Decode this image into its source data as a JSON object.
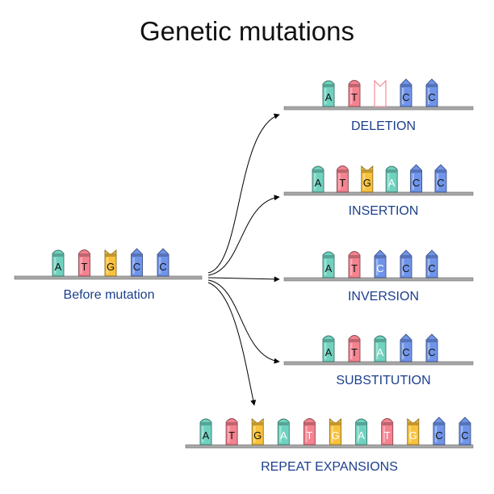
{
  "title": "Genetic mutations",
  "colors": {
    "A": "#6fd2bf",
    "T": "#f4828f",
    "G": "#f9c23c",
    "C": "#6f94ea",
    "backbone": "#a8a8a8",
    "label": "#1c3f8c",
    "arrow": "#000000"
  },
  "panels": [
    {
      "id": "before",
      "label": "Before mutation",
      "bases": [
        {
          "letter": "A",
          "type": "A"
        },
        {
          "letter": "T",
          "type": "T"
        },
        {
          "letter": "G",
          "type": "G"
        },
        {
          "letter": "C",
          "type": "C"
        },
        {
          "letter": "C",
          "type": "C"
        }
      ]
    },
    {
      "id": "deletion",
      "label": "DELETION",
      "bases": [
        {
          "letter": "A",
          "type": "A"
        },
        {
          "letter": "T",
          "type": "T"
        },
        {
          "letter": "",
          "type": "empty"
        },
        {
          "letter": "C",
          "type": "C"
        },
        {
          "letter": "C",
          "type": "C"
        }
      ]
    },
    {
      "id": "insertion",
      "label": "INSERTION",
      "bases": [
        {
          "letter": "A",
          "type": "A"
        },
        {
          "letter": "T",
          "type": "T"
        },
        {
          "letter": "G",
          "type": "G"
        },
        {
          "letter": "A",
          "type": "A",
          "mutated": true
        },
        {
          "letter": "C",
          "type": "C"
        },
        {
          "letter": "C",
          "type": "C"
        }
      ]
    },
    {
      "id": "inversion",
      "label": "INVERSION",
      "bases": [
        {
          "letter": "A",
          "type": "A"
        },
        {
          "letter": "T",
          "type": "T"
        },
        {
          "letter": "C",
          "type": "C",
          "mutated": true
        },
        {
          "letter": "C",
          "type": "C"
        },
        {
          "letter": "C",
          "type": "C"
        }
      ]
    },
    {
      "id": "substitution",
      "label": "SUBSTITUTION",
      "bases": [
        {
          "letter": "A",
          "type": "A"
        },
        {
          "letter": "T",
          "type": "T"
        },
        {
          "letter": "A",
          "type": "A",
          "mutated": true
        },
        {
          "letter": "C",
          "type": "C"
        },
        {
          "letter": "C",
          "type": "C"
        }
      ]
    },
    {
      "id": "repeat",
      "label": "REPEAT EXPANSIONS",
      "bases": [
        {
          "letter": "A",
          "type": "A"
        },
        {
          "letter": "T",
          "type": "T"
        },
        {
          "letter": "G",
          "type": "G"
        },
        {
          "letter": "A",
          "type": "A",
          "mutated": true
        },
        {
          "letter": "T",
          "type": "T",
          "mutated": true
        },
        {
          "letter": "G",
          "type": "G",
          "mutated": true
        },
        {
          "letter": "A",
          "type": "A",
          "mutated": true
        },
        {
          "letter": "T",
          "type": "T",
          "mutated": true
        },
        {
          "letter": "G",
          "type": "G",
          "mutated": true
        },
        {
          "letter": "C",
          "type": "C"
        },
        {
          "letter": "C",
          "type": "C"
        }
      ]
    }
  ]
}
